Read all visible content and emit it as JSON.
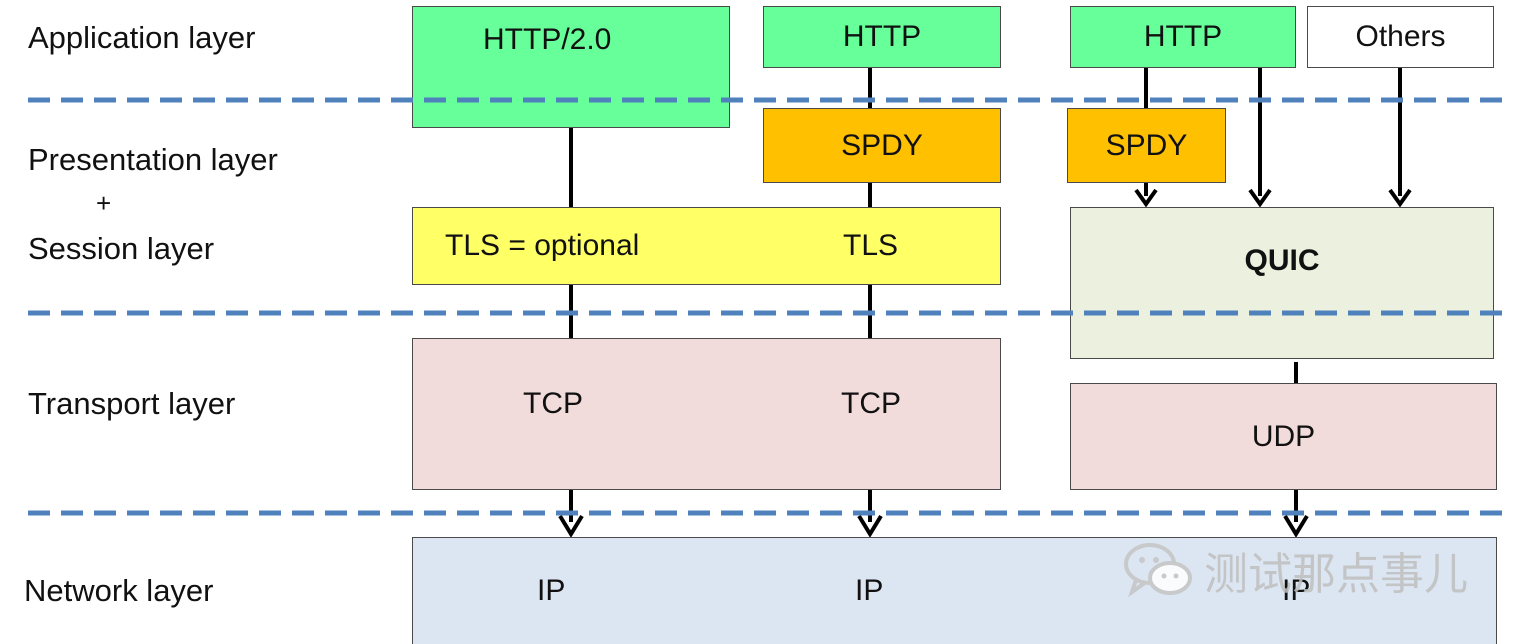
{
  "layers": {
    "application": "Application layer",
    "presentation": "Presentation layer",
    "plus": "+",
    "session": "Session layer",
    "transport": "Transport layer",
    "network": "Network layer"
  },
  "boxes": {
    "http2": "HTTP/2.0",
    "http_mid": "HTTP",
    "http_right": "HTTP",
    "others": "Others",
    "spdy_mid": "SPDY",
    "spdy_right": "SPDY",
    "tls_optional": "TLS = optional",
    "tls": "TLS",
    "quic": "QUIC",
    "tcp_left": "TCP",
    "tcp_mid": "TCP",
    "udp": "UDP",
    "ip_left": "IP",
    "ip_mid": "IP",
    "ip_right": "IP"
  },
  "watermark": {
    "text": "测试那点事儿",
    "icon": "wechat-icon"
  },
  "colors": {
    "http": "#66ff99",
    "spdy": "#ffc000",
    "tls": "#ffff66",
    "quic": "#ebf1de",
    "transport": "#f2dcdb",
    "network": "#dce6f2",
    "dashed_line": "#4f81bd"
  }
}
